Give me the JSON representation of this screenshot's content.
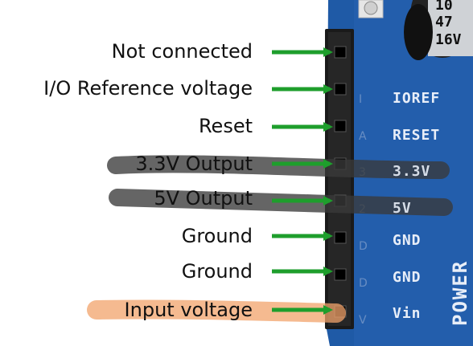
{
  "labels": [
    {
      "id": "not-connected",
      "text": "Not connected"
    },
    {
      "id": "ioref",
      "text": "I/O Reference voltage"
    },
    {
      "id": "reset",
      "text": "Reset"
    },
    {
      "id": "3v3",
      "text": "3.3V Output"
    },
    {
      "id": "5v",
      "text": "5V Output"
    },
    {
      "id": "gnd1",
      "text": "Ground"
    },
    {
      "id": "gnd2",
      "text": "Ground"
    },
    {
      "id": "vin",
      "text": "Input voltage"
    }
  ],
  "board_labels": [
    {
      "id": "ioref",
      "text": "IOREF"
    },
    {
      "id": "reset",
      "text": "RESET"
    },
    {
      "id": "3v3",
      "text": "3.3V"
    },
    {
      "id": "5v",
      "text": "5V"
    },
    {
      "id": "gnd1",
      "text": "GND"
    },
    {
      "id": "gnd2",
      "text": "GND"
    },
    {
      "id": "vin",
      "text": "Vin"
    }
  ],
  "power_label": "POWER",
  "capacitor_text": [
    "10",
    "47",
    "16V"
  ],
  "colors": {
    "board": "#1f5aa6",
    "board_dark": "#16447f",
    "arrow": "#1e9e2c",
    "highlight_dark": "#3a3a3a",
    "highlight_orange": "#f2a36b",
    "header": "#1a1a1a",
    "silkscreen": "#e8eef8"
  }
}
